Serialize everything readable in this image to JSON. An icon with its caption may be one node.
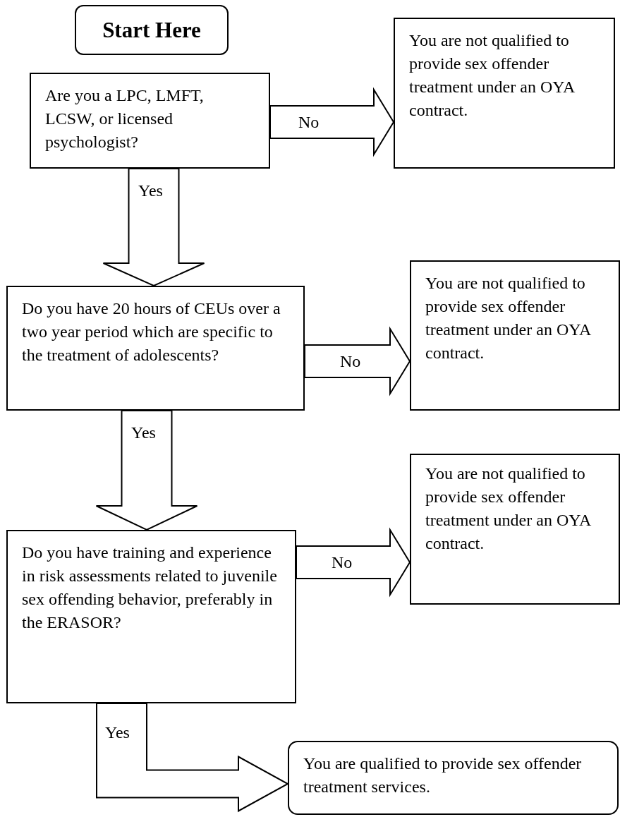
{
  "diagram": {
    "nodes": [
      {
        "text": [
          "Start Here"
        ]
      },
      {
        "text": [
          "Are you a LPC, LMFT, LCSW, or licensed psychologist?"
        ]
      },
      {
        "text": [
          "You are not qualified to provide sex offender treatment under an OYA contract."
        ]
      },
      {
        "text": [
          "Do you have 20 hours of CEUs over a two year period which are specific to the treatment of adolescents?"
        ]
      },
      {
        "text": [
          "You are not qualified to provide sex offender treatment under an OYA contract."
        ]
      },
      {
        "text": [
          "Do you have training and experience in risk assessments related to juvenile sex offending behavior, preferably in the ERASOR?"
        ]
      },
      {
        "text": [
          "You are not qualified to provide sex offender treatment under an OYA contract."
        ]
      },
      {
        "text": [
          "You are qualified to provide sex offender treatment services."
        ]
      }
    ],
    "edges": [
      {
        "from": 1,
        "to": 2,
        "arrow": "to",
        "label": "No"
      },
      {
        "from": 1,
        "to": 3,
        "arrow": "to",
        "label": "Yes"
      },
      {
        "from": 3,
        "to": 4,
        "arrow": "to",
        "label": "No"
      },
      {
        "from": 3,
        "to": 5,
        "arrow": "to",
        "label": "Yes"
      },
      {
        "from": 5,
        "to": 6,
        "arrow": "to",
        "label": "No"
      },
      {
        "from": 5,
        "to": 7,
        "arrow": "to",
        "label": "Yes"
      }
    ]
  }
}
